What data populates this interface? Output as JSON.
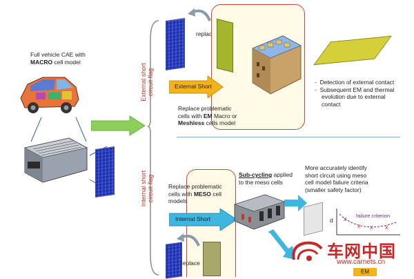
{
  "left": {
    "caption_line1": "Full vehicle CAE with",
    "caption_bold": "MACRO",
    "caption_rest": " cell model"
  },
  "external": {
    "flag_line1": "External short",
    "flag_line2": "circuit flag",
    "replace_label": "replace",
    "arrow_label": "External Short",
    "desc_line1": "Replace problematic",
    "desc_line2a": "cells with ",
    "desc_line2b": "EM ",
    "desc_line2c": "Macro or",
    "desc_line3a": "Meshless",
    "desc_line3b": " cells model",
    "bullet1": "Detection of external contact",
    "bullet2_line1": "Subsequent EM and thermal",
    "bullet2_line2": "evolution due to external",
    "bullet2_line3": "contact"
  },
  "internal": {
    "flag_line1": "Internal short",
    "flag_line2": "circuit flag",
    "desc_line1": "Replace problematic",
    "desc_line2a": "cells with ",
    "desc_line2b": "MESO",
    "desc_line2c": " cell",
    "desc_line3": "models",
    "arrow_label": "Internal Short",
    "subcycling_bold": "Sub-cycling",
    "subcycling_rest1": " applied",
    "subcycling_line2": "to the meso cells",
    "identify_line1": "More accurately identify",
    "identify_line2": "short circuit using meso",
    "identify_line3": "cell model failure criteria",
    "identify_line4": "(smaller safety factor)",
    "axis_d": "d",
    "failure_label": "failure criterion",
    "replace_label": "replace",
    "em_label": "EM"
  },
  "watermark": {
    "chinese": "车网中国",
    "url": "www.carnets.cn"
  },
  "colors": {
    "highlight_border": "#d0443c",
    "highlight_fill": "#fffbe6",
    "arrow_green": "#8ccf5a",
    "arrow_orange": "#f5b21b",
    "arrow_blue": "#3fb6e0",
    "divider": "#7fb0d6"
  }
}
